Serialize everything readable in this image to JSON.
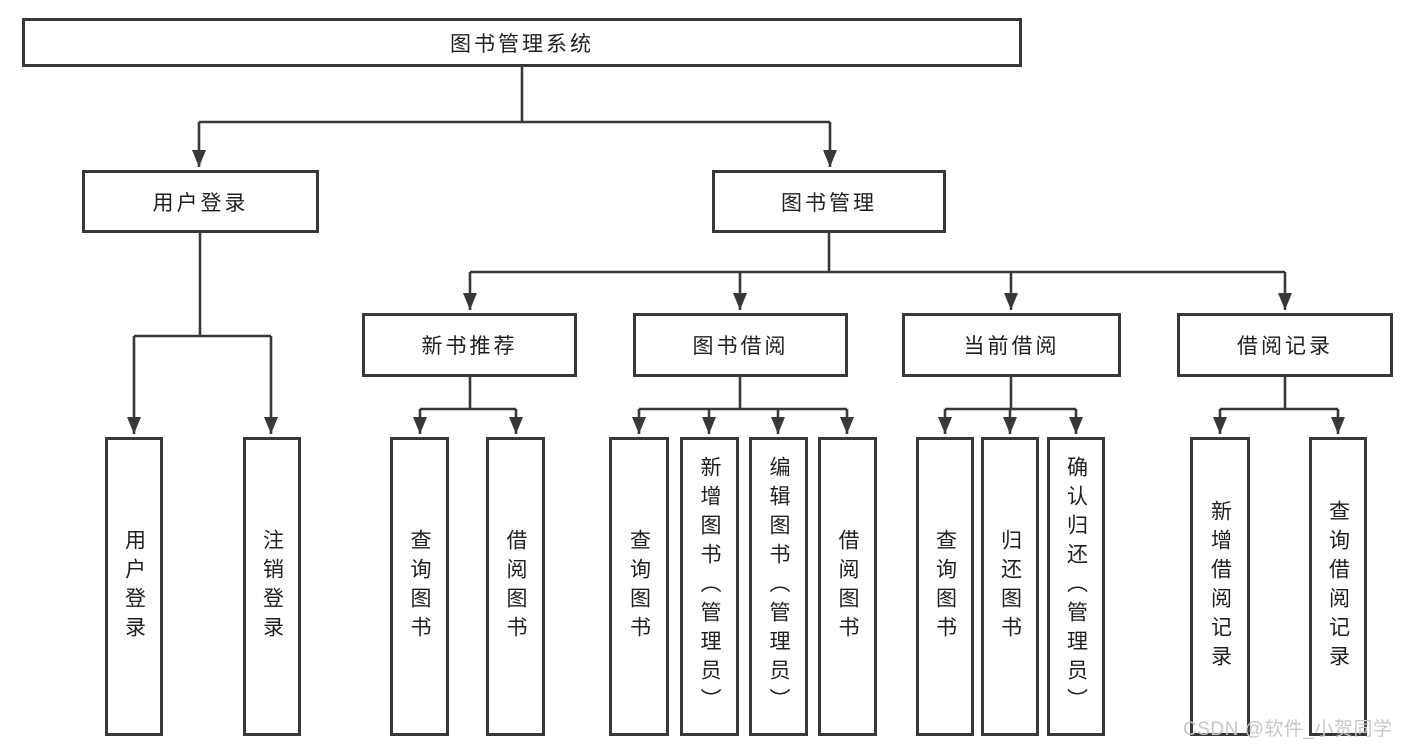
{
  "colors": {
    "line": "#383838",
    "text": "#1f1f1f",
    "watermark": "#c8c8c8",
    "background": "#ffffff"
  },
  "diagram": {
    "root": {
      "label": "图书管理系统"
    },
    "branches": [
      {
        "label": "用户登录",
        "leaves": [
          "用户登录",
          "注销登录"
        ]
      },
      {
        "label": "图书管理",
        "groups": [
          {
            "label": "新书推荐",
            "leaves": [
              "查询图书",
              "借阅图书"
            ]
          },
          {
            "label": "图书借阅",
            "leaves": [
              "查询图书",
              "新增图书（管理员）",
              "编辑图书（管理员）",
              "借阅图书"
            ]
          },
          {
            "label": "当前借阅",
            "leaves": [
              "查询图书",
              "归还图书",
              "确认归还（管理员）"
            ]
          },
          {
            "label": "借阅记录",
            "leaves": [
              "新增借阅记录",
              "查询借阅记录"
            ]
          }
        ]
      }
    ]
  },
  "watermark": {
    "text": "CSDN @软件_小贺同学"
  }
}
